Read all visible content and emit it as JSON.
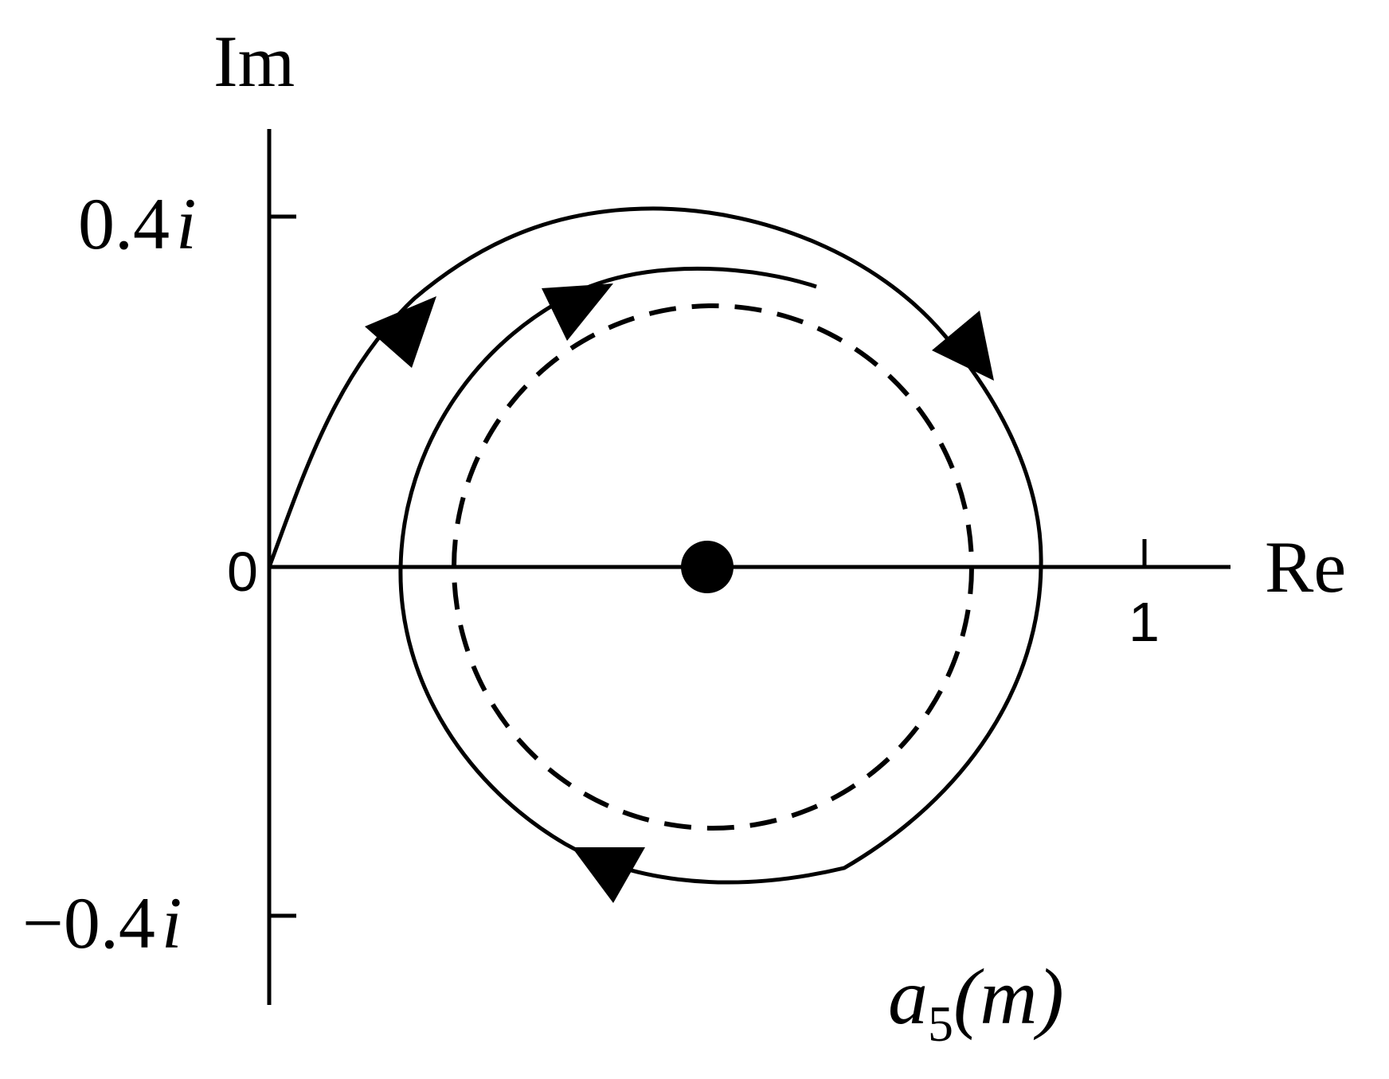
{
  "axes": {
    "x_label": "Re",
    "y_label": "Im",
    "origin_label": "0",
    "x_tick_label": "1",
    "y_tick_upper": {
      "number": "0.4",
      "unit": "i"
    },
    "y_tick_lower": {
      "number": "−0.4",
      "unit": "i"
    }
  },
  "curve_label": {
    "base": "a",
    "subscript": "5",
    "argument": "(m)"
  },
  "colors": {
    "ink": "#000000",
    "background": "#ffffff"
  }
}
